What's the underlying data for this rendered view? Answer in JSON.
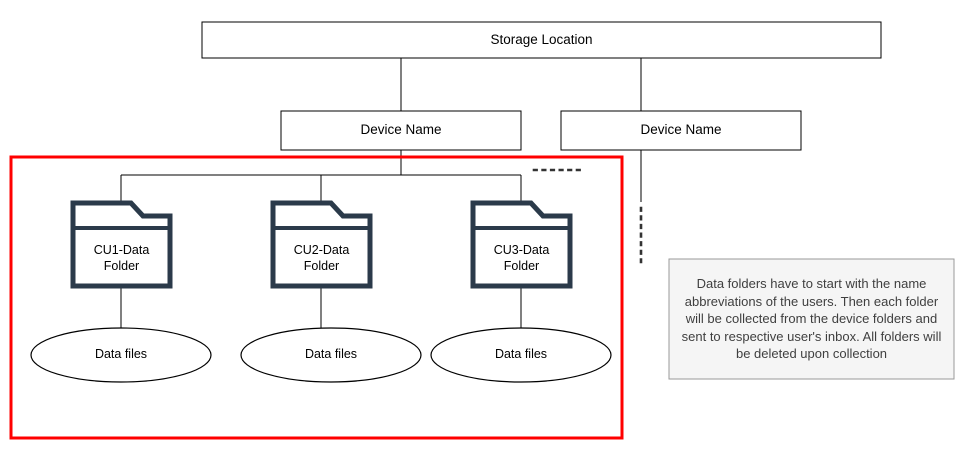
{
  "diagram": {
    "title_node": {
      "label": "Storage Location"
    },
    "device_nodes": [
      {
        "label": "Device Name"
      },
      {
        "label": "Device Name"
      }
    ],
    "folder_nodes": [
      {
        "label": "CU1-Data Folder",
        "line1": "CU1-Data",
        "line2": "Folder"
      },
      {
        "label": "CU2-Data Folder",
        "line1": "CU2-Data",
        "line2": "Folder"
      },
      {
        "label": "CU3-Data Folder",
        "line1": "CU3-Data",
        "line2": "Folder"
      }
    ],
    "data_file_nodes": [
      {
        "label": "Data files"
      },
      {
        "label": "Data files"
      },
      {
        "label": "Data files"
      }
    ],
    "note": {
      "text": "Data folders have to start with the name abbreviations of the users. Then each folder will be collected from the device folders and sent to respective user's inbox. All folders will be deleted upon collection"
    },
    "colors": {
      "highlight_box": "#ff0000",
      "folder_stroke": "#2b3a4a",
      "line": "#000000",
      "note_background": "#f5f5f5",
      "note_border": "#999999",
      "note_text": "#3f3f3f"
    }
  }
}
